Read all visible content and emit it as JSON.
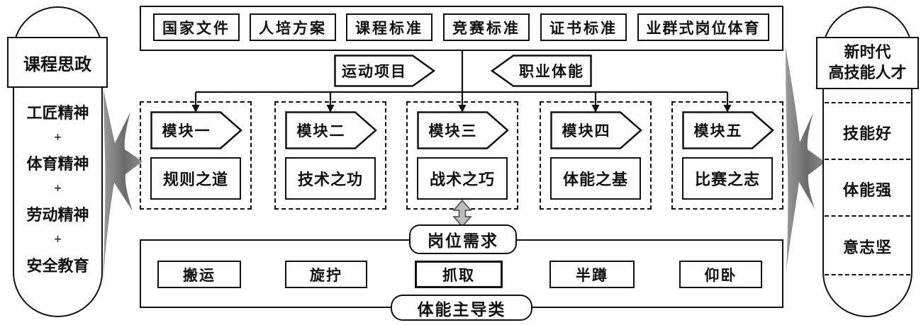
{
  "left_capsule": {
    "title": "课程思政",
    "items": [
      "工匠精神",
      "+",
      "体育精神",
      "+",
      "劳动精神",
      "+",
      "安全教育"
    ]
  },
  "standards": {
    "items": [
      "国家文件",
      "人培方案",
      "课程标准",
      "竞赛标准",
      "证书标准",
      "业群式岗位体育"
    ]
  },
  "tracks": {
    "sport_label": "运动项目",
    "fitness_label": "职业体能"
  },
  "modules": [
    {
      "label": "模块一",
      "content": "规则之道"
    },
    {
      "label": "模块二",
      "content": "技术之功"
    },
    {
      "label": "模块三",
      "content": "战术之巧"
    },
    {
      "label": "模块四",
      "content": "体能之基"
    },
    {
      "label": "模块五",
      "content": "比赛之志"
    }
  ],
  "bottom": {
    "demand_label": "岗位需求",
    "actions": [
      "搬运",
      "旋拧",
      "抓取",
      "半蹲",
      "仰卧"
    ],
    "category_label": "体能主导类"
  },
  "right_capsule": {
    "title_line1": "新时代",
    "title_line2": "高技能人才",
    "items": [
      "技能好",
      "体能强",
      "意志坚"
    ]
  },
  "colors": {
    "line": "#111111",
    "flow_arrow_gray": "#7a7a7a",
    "double_arrow_fill": "#bdbdbd"
  }
}
